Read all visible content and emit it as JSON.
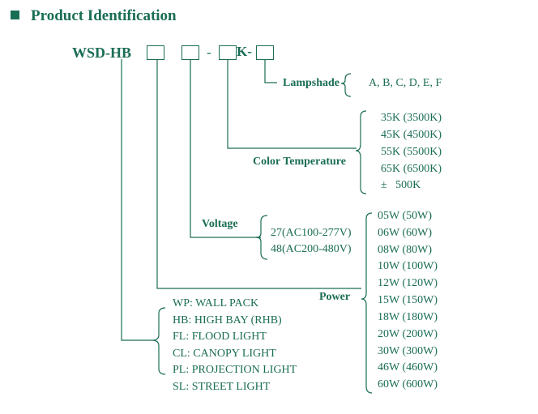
{
  "title": "Product Identification",
  "model": {
    "prefix": "WSD-HB",
    "dash": "-",
    "k_suffix": "K-"
  },
  "lampshade": {
    "label": "Lampshade",
    "options": "A, B, C, D, E, F"
  },
  "color_temperature": {
    "label": "Color Temperature",
    "options": [
      "35K (3500K)",
      "45K (4500K)",
      "55K (5500K)",
      "65K (6500K)",
      "±   500K"
    ]
  },
  "voltage": {
    "label": "Voltage",
    "options": [
      "27(AC100-277V)",
      "48(AC200-480V)"
    ]
  },
  "power": {
    "label": "Power",
    "options": [
      "05W (50W)",
      "06W (60W)",
      "08W (80W)",
      "10W (100W)",
      "12W (120W)",
      "15W (150W)",
      "18W (180W)",
      "20W (200W)",
      "30W (300W)",
      "46W (460W)",
      "60W (600W)"
    ]
  },
  "type": {
    "options": [
      "WP: WALL PACK",
      "HB: HIGH BAY (RHB)",
      "FL: FLOOD LIGHT",
      "CL: CANOPY LIGHT",
      "PL: PROJECTION LIGHT",
      "SL: STREET LIGHT"
    ]
  },
  "colors": {
    "accent": "#1a6d55",
    "background": "#ffffff"
  }
}
